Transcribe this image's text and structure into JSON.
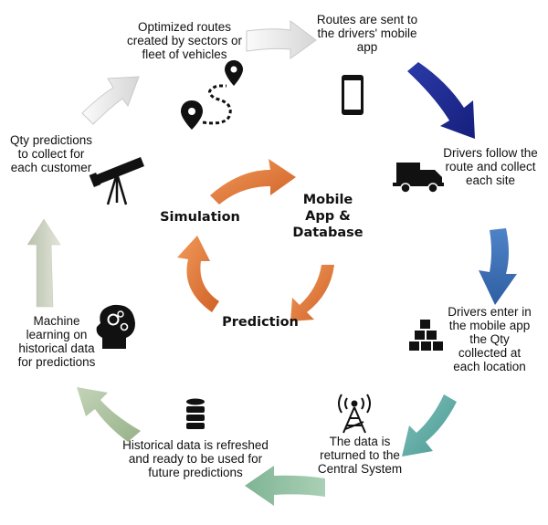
{
  "labels": {
    "routes_created": "Optimized routes created by sectors or fleet of vehicles",
    "routes_sent": "Routes are sent to the drivers' mobile app",
    "drivers_follow": "Drivers follow the route and collect each site",
    "drivers_enter": "Drivers enter in the mobile app the Qty collected at each location",
    "data_returned": "The data is returned to the Central System",
    "historical_refreshed": "Historical data is refreshed and ready to be used for future predictions",
    "machine_learning": "Machine learning on historical data for predictions",
    "qty_predictions": "Qty predictions to collect for each customer"
  },
  "center": {
    "mobile_app": "Mobile App & Database",
    "prediction": "Prediction",
    "simulation": "Simulation"
  },
  "colors": {
    "grey_arrow": "#e6e6e6",
    "navy_arrow": "#1f2a9a",
    "blue_arrow": "#3d6fb8",
    "teal_arrow": "#5fa5a0",
    "sage_arrow": "#94c0a0",
    "olive_arrow": "#a9bfa0",
    "stone_arrow": "#ccd2c2",
    "orange_arrow": "#e1773c"
  },
  "icons": [
    "route-map-icon",
    "smartphone-icon",
    "truck-icon",
    "boxes-icon",
    "antenna-tower-icon",
    "database-icon",
    "head-gears-icon",
    "telescope-icon"
  ]
}
